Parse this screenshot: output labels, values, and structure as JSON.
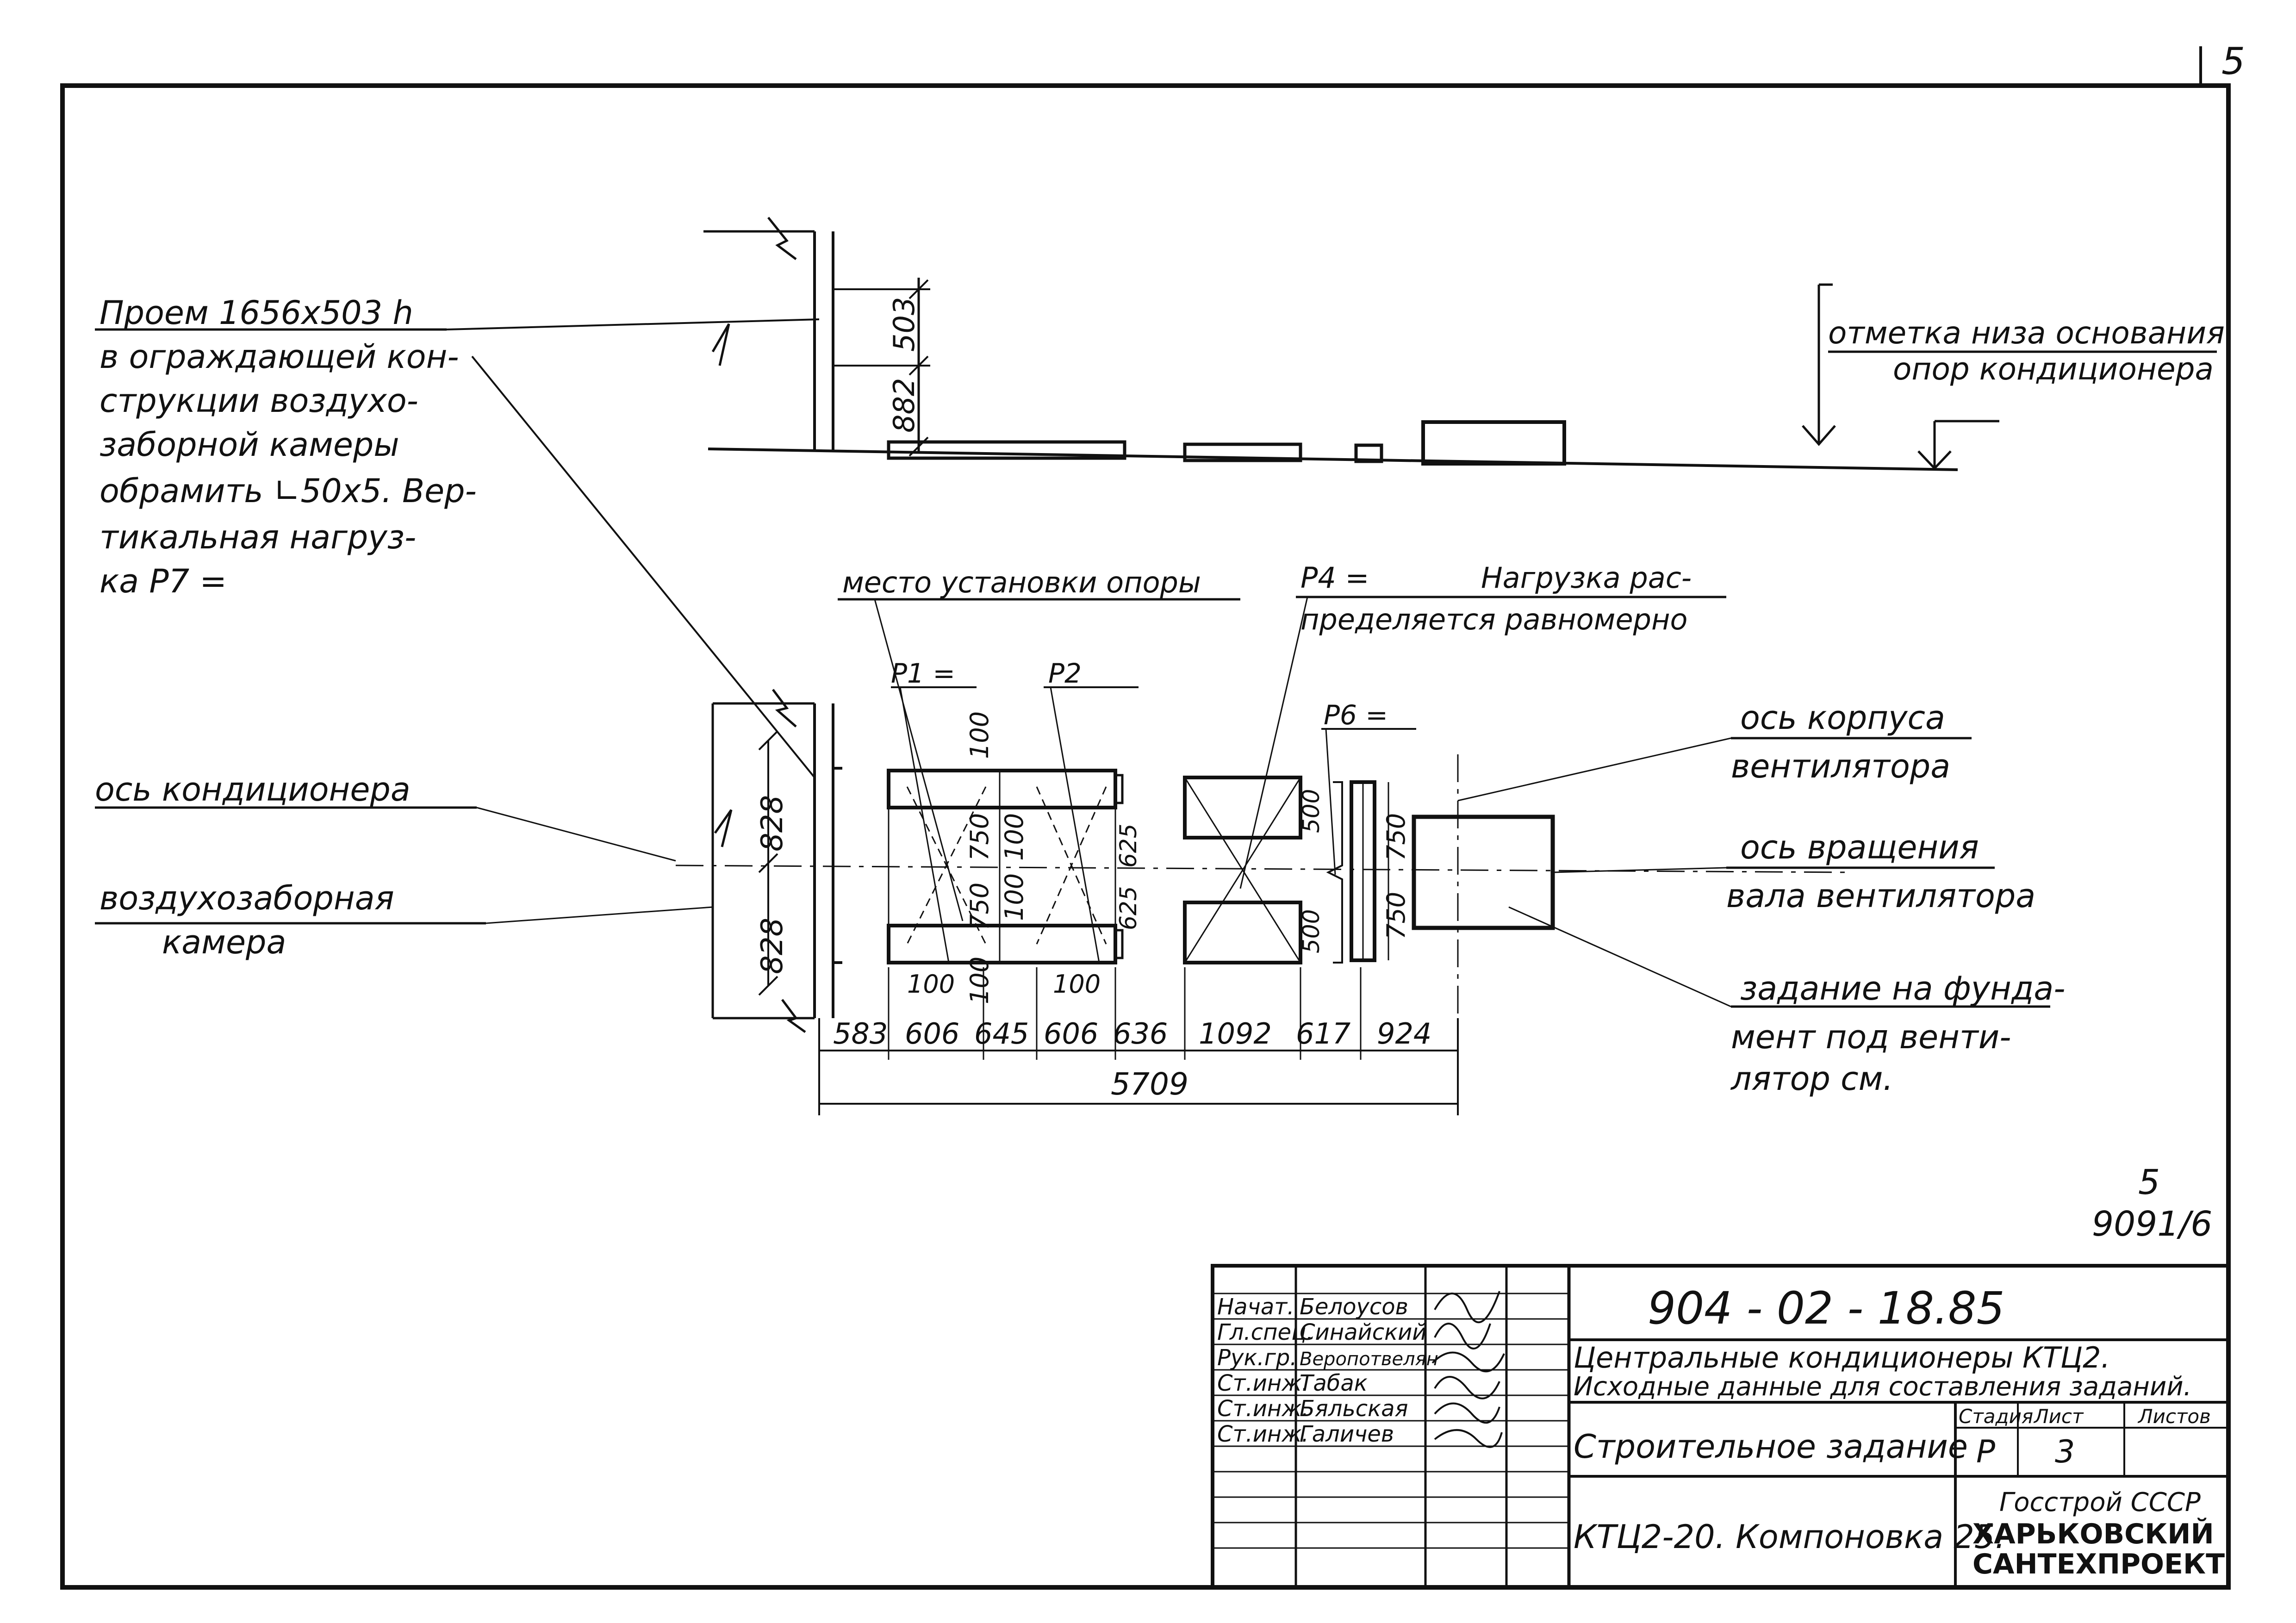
{
  "sheet": {
    "corner_number": "5"
  },
  "notes": {
    "opening": [
      "Проем 1656x503 h",
      "в ограждающей кон-",
      "струкции воздухо-",
      "заборной камеры",
      "обрамить ∟50x5. Вер-",
      "тикальная нагруз-",
      "ка P7 ="
    ],
    "base_level": [
      "отметка низа основания",
      "опор кондиционера"
    ],
    "support_place": "место установки опоры",
    "p4_note": [
      "P4 =",
      "Нагрузка рас-",
      "пределяется равномерно"
    ],
    "p1": "P1 =",
    "p2": "P2",
    "p6": "P6 =",
    "conditioner_axis": "ось кондиционера",
    "intake_chamber": [
      "воздухозаборная",
      "камера"
    ],
    "fan_body_axis": [
      "ось корпуса",
      "вентилятора"
    ],
    "fan_shaft_axis": [
      "ось вращения",
      "вала вентилятора"
    ],
    "foundation_task": [
      "задание на фунда-",
      "мент под венти-",
      "лятор см."
    ]
  },
  "dimensions": {
    "elevation": [
      "503",
      "882"
    ],
    "plan_left": [
      "828",
      "828"
    ],
    "plan_inner": [
      "100",
      "750",
      "100",
      "750",
      "100",
      "100",
      "100",
      "100",
      "625",
      "625"
    ],
    "right_unit": [
      "500",
      "500",
      "750",
      "750"
    ],
    "bottom_chain": [
      "583",
      "606",
      "645",
      "606",
      "636",
      "1092",
      "617",
      "924"
    ],
    "total": "5709"
  },
  "sheet_ref": [
    "5",
    "9091/6"
  ],
  "title_block": {
    "roles": [
      "Начат.",
      "Гл.спец.",
      "Рук.гр.",
      "Ст.инж.",
      "Ст.инж.",
      "Ст.инж."
    ],
    "names": [
      "Белоусов",
      "Синайский",
      "Веропотвелян",
      "Табак",
      "Бяльская",
      "Галичев"
    ],
    "doc_code": "904 - 02 - 18.85",
    "title_line1": "Центральные кондиционеры КТЦ2.",
    "title_line2": "Исходные данные для составления заданий.",
    "section": "Строительное задание",
    "col_headers": [
      "Стадия",
      "Лист",
      "Листов"
    ],
    "stage": "Р",
    "sheet_no": "3",
    "layout": "КТЦ2-20. Компоновка 25.",
    "org1": "Госстрой СССР",
    "org2": "ХАРЬКОВСКИЙ",
    "org3": "САНТЕХПРОЕКТ"
  }
}
